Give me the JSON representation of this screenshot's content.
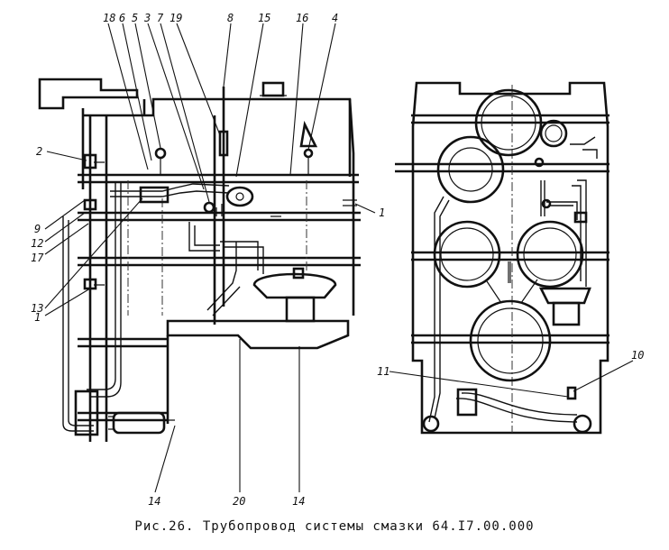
{
  "caption": "Рис.26. Трубопровод системы смазки 64.I7.00.000",
  "callouts": {
    "c18": "18",
    "c6": "6",
    "c5": "5",
    "c3": "3",
    "c7": "7",
    "c19": "19",
    "c8": "8",
    "c15": "15",
    "c16": "16",
    "c4": "4",
    "c2": "2",
    "c9": "9",
    "c12": "12",
    "c17": "17",
    "c13": "13",
    "c1a": "1",
    "c1b": "1",
    "c14a": "14",
    "c20": "20",
    "c14b": "14",
    "c11": "11",
    "c10": "10"
  }
}
